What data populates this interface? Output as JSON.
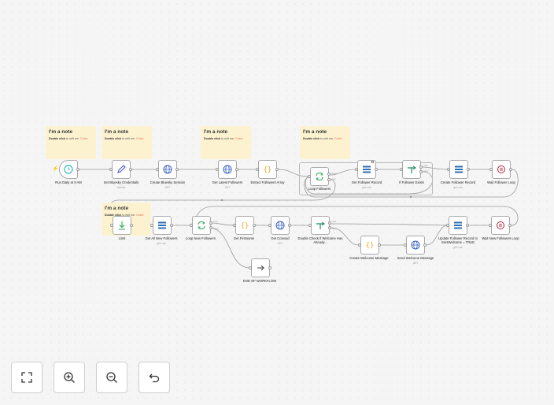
{
  "notes": [
    {
      "title": "I'm a note",
      "text_bold": "Double click",
      "text": " to edit me. ",
      "link": "Guide"
    },
    {
      "title": "I'm a note",
      "text_bold": "Double click",
      "text": " to edit me. ",
      "link": "Guide"
    },
    {
      "title": "I'm a note",
      "text_bold": "Double click",
      "text": " to edit me. ",
      "link": "Guide"
    },
    {
      "title": "I'm a note",
      "text_bold": "Double click",
      "text": " to edit me. ",
      "link": "Guide"
    },
    {
      "title": "I'm a note",
      "text_bold": "Double click",
      "text": " to edit me. ",
      "link": "Guide"
    }
  ],
  "nodes": {
    "run_daily": {
      "label": "Run Daily at 9 AM",
      "icon": "clock-icon"
    },
    "set_creds": {
      "label": "Set Bluesky Credentials",
      "sub": "manual",
      "icon": "pencil-icon"
    },
    "create_session": {
      "label": "Create Bluesky Session",
      "sub": "GET",
      "icon": "globe-icon"
    },
    "get_followers": {
      "label": "Get Latest Followers",
      "sub": "GET",
      "icon": "globe-icon"
    },
    "extract_followers": {
      "label": "Extract Followers Array",
      "icon": "code-icon"
    },
    "loop_followers": {
      "label": "Loop Followers",
      "icon": "loop-icon"
    },
    "get_follower_record": {
      "label": "Get Follower Record",
      "sub": "get: row",
      "badge": "D",
      "icon": "table-icon"
    },
    "if_follower_exists": {
      "label": "If Follower Exists",
      "icon": "if-icon"
    },
    "create_follower_record": {
      "label": "Create Follower Record",
      "sub": "get: row",
      "icon": "table-icon"
    },
    "wait_follower_loop": {
      "label": "Wait Follower Loop",
      "icon": "pause-icon"
    },
    "limit": {
      "label": "Limit",
      "icon": "limit-icon"
    },
    "get_all_new": {
      "label": "Get All New Followers",
      "sub": "get: row",
      "icon": "table-icon"
    },
    "loop_new": {
      "label": "Loop New Followers",
      "icon": "loop-icon"
    },
    "get_firstname": {
      "label": "Get Firstname",
      "icon": "code-icon"
    },
    "get_convoid": {
      "label": "Get Convoid",
      "sub": "GET",
      "icon": "globe-icon"
    },
    "double_check": {
      "label": "Double Check If Welcome Has Already...",
      "icon": "if-icon"
    },
    "create_welcome": {
      "label": "Create Welcome Message",
      "icon": "code-icon"
    },
    "send_welcome": {
      "label": "Send Welcome Message",
      "sub": "GET",
      "icon": "globe-icon"
    },
    "update_record": {
      "label": "Update Follower Record to SentWelcome = TRUE",
      "sub": "get: row",
      "icon": "table-icon"
    },
    "wait_new_loop": {
      "label": "Wait New Followers Loop",
      "icon": "pause-icon"
    },
    "end_workflow": {
      "label": "END OF WORKFLOW",
      "icon": "arrow-right-icon"
    }
  },
  "edge_labels": {
    "loop": "loop",
    "done": "done",
    "true": "true",
    "false": "false"
  },
  "controls": [
    {
      "name": "fit-view-button",
      "icon": "fullscreen-icon"
    },
    {
      "name": "zoom-in-button",
      "icon": "zoom-in-icon"
    },
    {
      "name": "zoom-out-button",
      "icon": "zoom-out-icon"
    },
    {
      "name": "reset-zoom-button",
      "icon": "undo-icon"
    }
  ],
  "colors": {
    "note": "#fdf2d0",
    "accent": "#ff6d5a",
    "globe": "#3b63c4",
    "code": "#f5a623",
    "table": "#2c6fb7",
    "if": "#1f8a5b",
    "loop": "#2aa55a",
    "pause": "#b3223a"
  }
}
